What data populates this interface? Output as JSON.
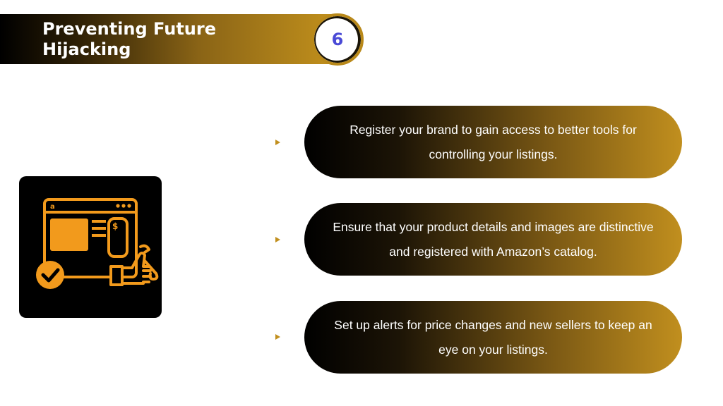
{
  "header": {
    "title": "Preventing Future Hijacking",
    "step_number": "6"
  },
  "icon": {
    "name": "browser-thumbs-up-wrench-icon",
    "logo_letter": "a",
    "currency_symbol": "$",
    "color": "#f29a1c"
  },
  "tips": [
    {
      "text": "Register your brand to gain access to better tools for controlling your listings."
    },
    {
      "text": "Ensure that your product details and images are distinctive and registered with Amazon’s catalog."
    },
    {
      "text": "Set up alerts for price changes and new sellers to keep an eye on your listings."
    }
  ],
  "colors": {
    "gold": "#c18f1e",
    "badge_number": "#4a4ad6",
    "icon_orange": "#f29a1c"
  }
}
